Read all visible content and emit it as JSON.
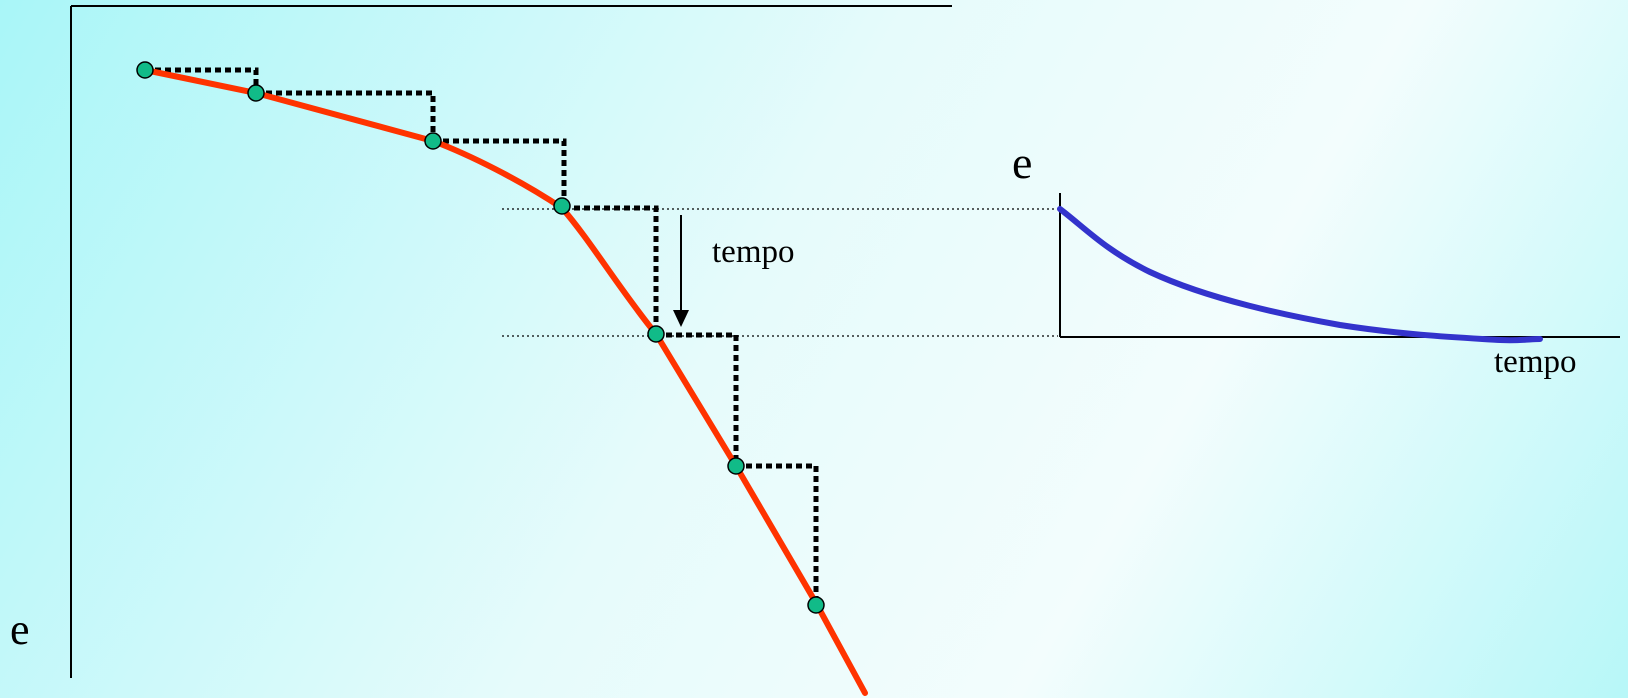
{
  "labels": {
    "left_axis_e": "e",
    "time_arrow_label": "tempo",
    "right_axis_e": "e",
    "right_x_label": "tempo"
  },
  "colors": {
    "background_left": "#a9f6f8",
    "background_right": "#b7f7f8",
    "curve_red": "#ff3300",
    "curve_blue": "#3333cc",
    "point_fill": "#11bb88",
    "axis": "#000000"
  }
}
